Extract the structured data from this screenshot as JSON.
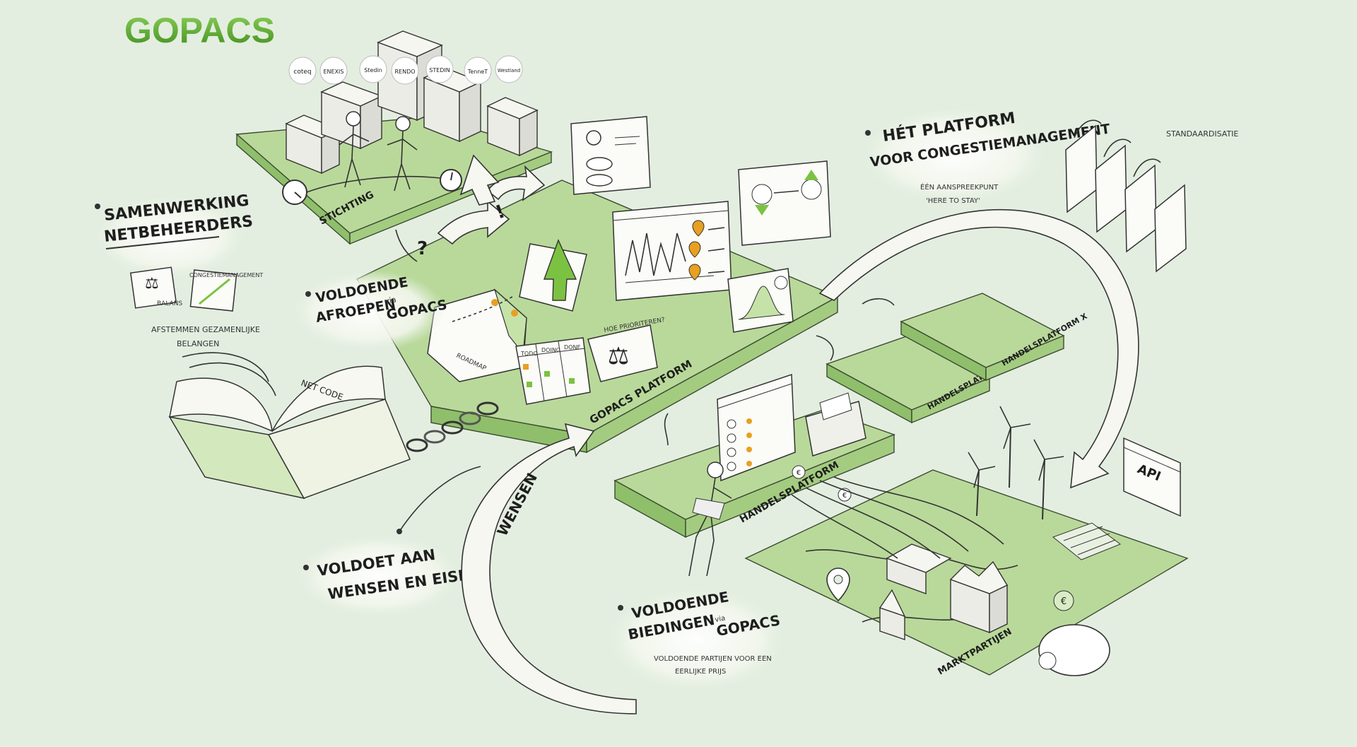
{
  "brand": {
    "title": "GOPACS",
    "color": "#5fae2e"
  },
  "partners": [
    {
      "label": "coteq",
      "color": "#e85b1a"
    },
    {
      "label": "ENEXIS",
      "color": "#c2185b"
    },
    {
      "label": "Stedin",
      "color": "#1b4f8f"
    },
    {
      "label": "RENDO",
      "color": "#444444"
    },
    {
      "label": "STEDIN",
      "color": "#e3b400"
    },
    {
      "label": "TenneT",
      "color": "#2a6db3"
    },
    {
      "label": "Westland",
      "color": "#e2412b"
    }
  ],
  "labels": {
    "samenwerking_1": "SAMENWERKING",
    "samenwerking_2": "NETBEHEERDERS",
    "balans": "BALANS",
    "congestiemanagement_small": "CONGESTIEMANAGEMENT",
    "afstemmen_1": "AFSTEMMEN GEZAMENLIJKE",
    "afstemmen_2": "BELANGEN",
    "stichting": "STICHTING",
    "voldoende_afroepen_1": "VOLDOENDE",
    "voldoende_afroepen_2": "AFROEPEN",
    "via": "via",
    "gopacs_word": "GOPACS",
    "roadmap": "ROADMAP",
    "todo": "TODO",
    "doing": "DOING",
    "done": "DONE",
    "hoe_prioriteren": "HOE PRIORITEREN?",
    "gopacs_platform": "GOPACS PLATFORM",
    "net_code": "NET CODE",
    "voldoet_1": "VOLDOET AAN",
    "voldoet_2": "WENSEN EN EISEN",
    "wensen": "WENSEN",
    "handelsplatform": "HANDELSPLATFORM",
    "handelsplatform_y": "HANDELSPLATFORM Y",
    "handelsplatform_x": "HANDELSPLATFORM X",
    "het_platform_1": "HÉT PLATFORM",
    "het_platform_2": "VOOR CONGESTIEMANAGEMENT",
    "aanspreekpunt": "ÉÉN AANSPREEKPUNT",
    "here_to_stay": "'HERE TO STAY'",
    "standaardisatie": "STANDAARDISATIE",
    "api": "API",
    "voldoende_biedingen_1": "VOLDOENDE",
    "voldoende_biedingen_2": "BIEDINGEN",
    "voldoende_partijen_1": "VOLDOENDE PARTIJEN VOOR EEN",
    "voldoende_partijen_2": "EERLIJKE PRIJS",
    "marktpartijen": "MARKTPARTIJEN",
    "euro": "€"
  },
  "colors": {
    "accent_green": "#7cc242",
    "platform_green": "#b9d99a",
    "pin_orange": "#e8a020",
    "background": "#e3eee0"
  }
}
